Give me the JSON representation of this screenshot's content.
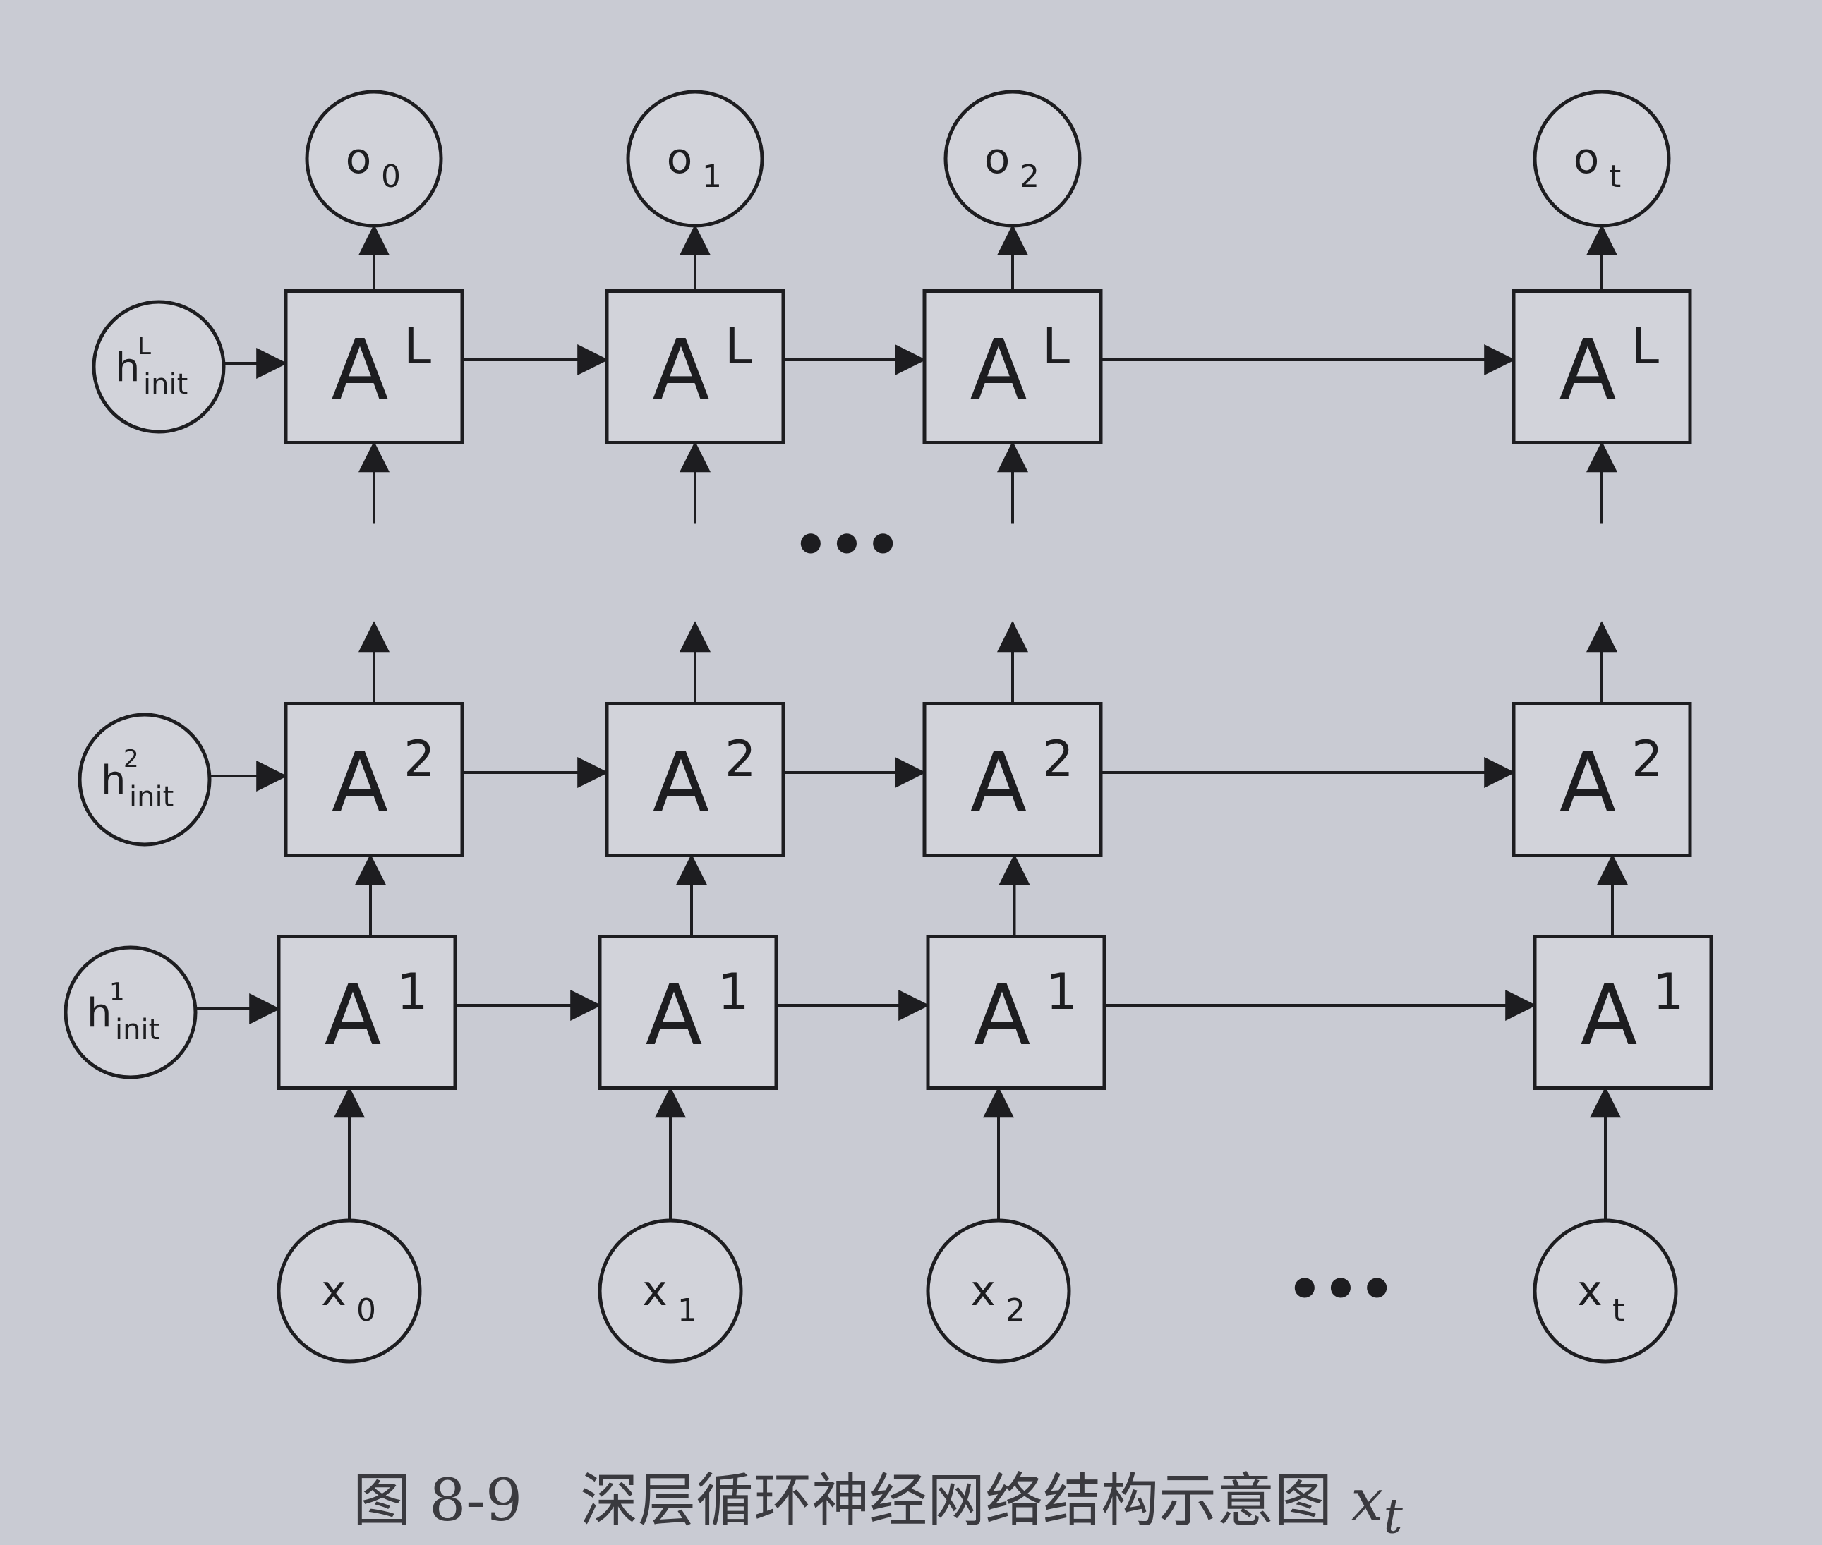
{
  "colors": {
    "ink": "#1d1d20",
    "paper": "#c9cbd3",
    "cell_fill": "#d2d3da"
  },
  "columns": [
    "0",
    "1",
    "2",
    "t"
  ],
  "layers": [
    {
      "id": "L",
      "cell": "A",
      "sup": "L",
      "init_h": "h",
      "init_sup": "L",
      "init_sub": "init"
    },
    {
      "id": "2",
      "cell": "A",
      "sup": "2",
      "init_h": "h",
      "init_sup": "2",
      "init_sub": "init"
    },
    {
      "id": "1",
      "cell": "A",
      "sup": "1",
      "init_h": "h",
      "init_sup": "1",
      "init_sub": "init"
    }
  ],
  "outputs": [
    {
      "base": "o",
      "sub": "0"
    },
    {
      "base": "o",
      "sub": "1"
    },
    {
      "base": "o",
      "sub": "2"
    },
    {
      "base": "o",
      "sub": "t"
    }
  ],
  "inputs": [
    {
      "base": "x",
      "sub": "0"
    },
    {
      "base": "x",
      "sub": "1"
    },
    {
      "base": "x",
      "sub": "2"
    },
    {
      "base": "x",
      "sub": "t"
    }
  ],
  "ellipsis": "•••",
  "caption": {
    "text": "图 8-9　深层循环神经网络结构示意图 ",
    "var": "x",
    "var_sub": "t"
  }
}
